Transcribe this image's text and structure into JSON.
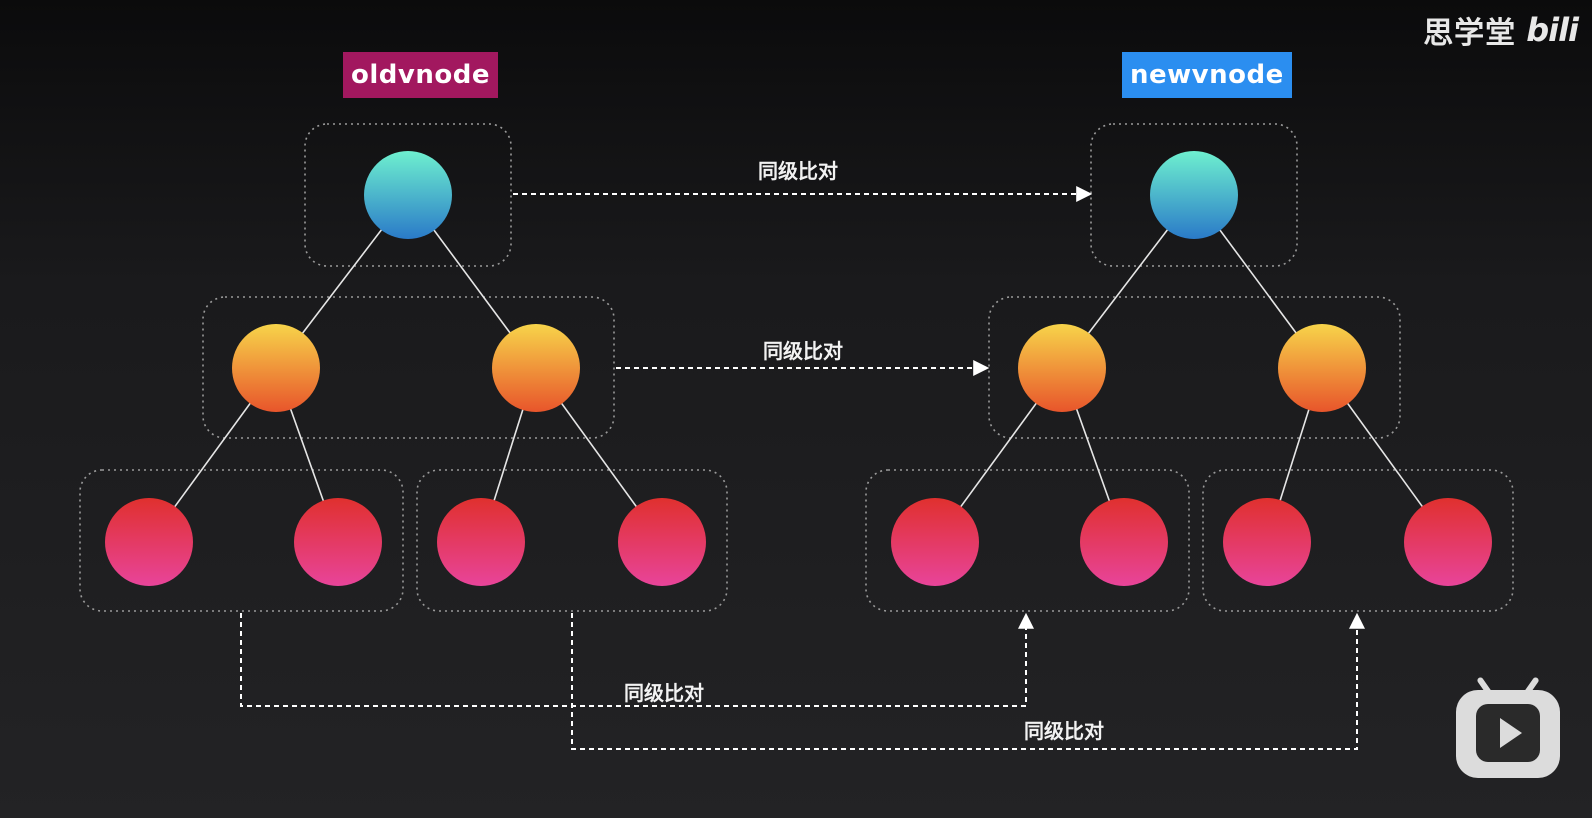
{
  "brand": {
    "name": "思学堂",
    "logo": "bili"
  },
  "diagram": {
    "old_label": "oldvnode",
    "new_label": "newvnode",
    "compare_label": "同级比对",
    "labels": [
      "同级比对",
      "同级比对",
      "同级比对",
      "同级比对"
    ],
    "colors": {
      "old_tag": "#a2185f",
      "new_tag": "#2b8ef0",
      "root_node": [
        "#6ef0cf",
        "#2a7ac8"
      ],
      "mid_node": [
        "#f7d44a",
        "#e8552b"
      ],
      "leaf_node": [
        "#e0302e",
        "#e8449a"
      ],
      "box_border": "#9a9a9a",
      "arrow": "#ffffff"
    }
  },
  "icons": [
    "bilibili-play-icon"
  ]
}
